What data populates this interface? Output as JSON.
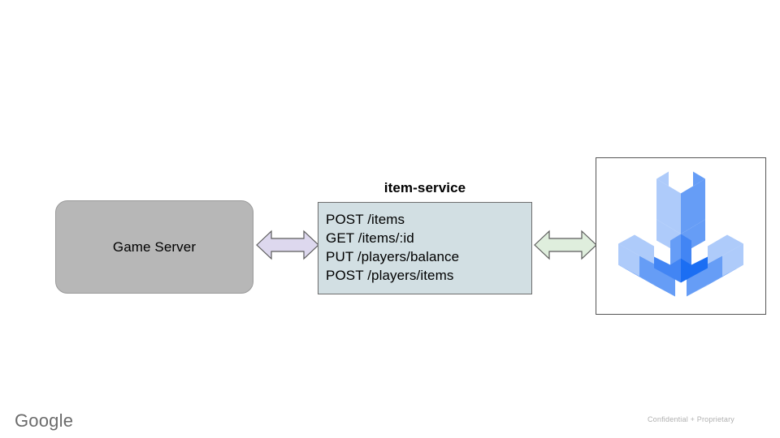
{
  "slide": {
    "background_color": "#ffffff"
  },
  "nodes": {
    "game_server": {
      "label": "Game Server",
      "fill_color": "#b7b7b7",
      "border_color": "#9a9a9a"
    },
    "item_service": {
      "title": "item-service",
      "fill_color": "#d2dfe3",
      "border_color": "#6d6d6d",
      "endpoints": [
        "POST /items",
        "GET /items/:id",
        "PUT /players/balance",
        "POST /players/items"
      ]
    },
    "tools_panel": {
      "icon_name": "tri-wrench-tools-icon",
      "border_color": "#565656",
      "palette": {
        "light": "#aecbfa",
        "medium": "#669df6",
        "dark": "#4285f4",
        "deep": "#1b6ef3"
      }
    }
  },
  "connectors": [
    {
      "name": "game-server-to-item-service",
      "style": "double-headed",
      "fill_color": "#ddd8ee",
      "border_color": "#5b5b5b"
    },
    {
      "name": "item-service-to-tools",
      "style": "double-headed",
      "fill_color": "#dfeedd",
      "border_color": "#5b5b5b"
    }
  ],
  "footer": {
    "brand": "Google",
    "note": "Confidential + Proprietary",
    "brand_color": "#6b6b6b",
    "note_color": "#b0b0b0"
  }
}
